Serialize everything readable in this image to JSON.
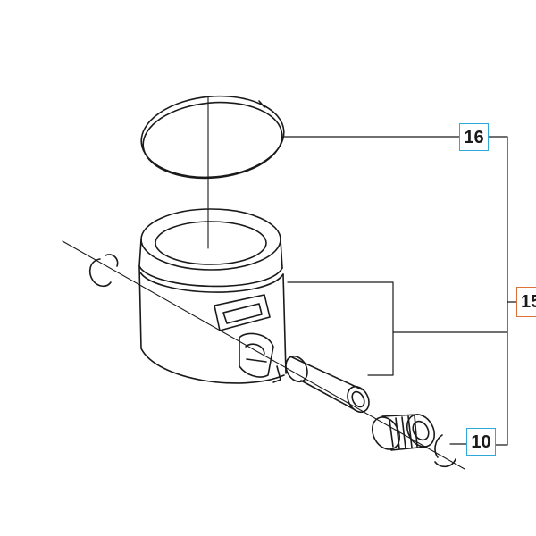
{
  "diagram": {
    "callouts": {
      "ring": {
        "label": "16",
        "border_color": "#2ea8d8"
      },
      "assembly": {
        "label": "15",
        "border_color": "#e0703a"
      },
      "bearing": {
        "label": "10",
        "border_color": "#2ea8d8"
      }
    },
    "line_color": "#1a1a1a"
  }
}
